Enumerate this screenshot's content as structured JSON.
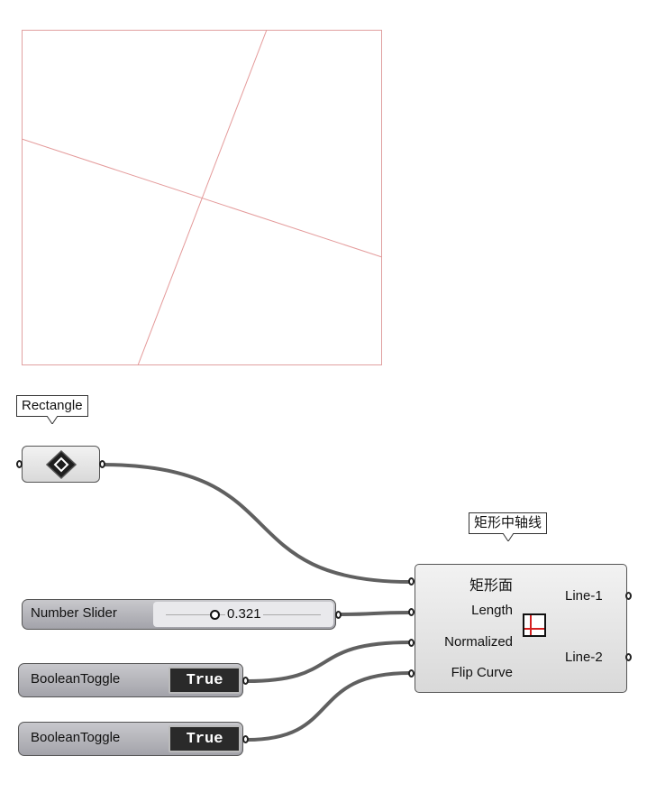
{
  "rectangle_tag": "Rectangle",
  "component_tag": "矩形中轴线",
  "slider": {
    "name": "Number Slider",
    "value": "0.321",
    "fraction": 0.4
  },
  "toggles": [
    {
      "name": "BooleanToggle",
      "value": "True"
    },
    {
      "name": "BooleanToggle",
      "value": "True"
    }
  ],
  "component": {
    "inputs": [
      "矩形面",
      "Length",
      "Normalized",
      "Flip Curve"
    ],
    "outputs": [
      "Line-1",
      "Line-2"
    ]
  },
  "colors": {
    "preview_line": "#e49a9a",
    "wire": "#606060",
    "accent": "#d42020"
  },
  "icons": {
    "rectangle_param": "rectangle-param-icon",
    "component": "rectangle-axis-icon"
  }
}
